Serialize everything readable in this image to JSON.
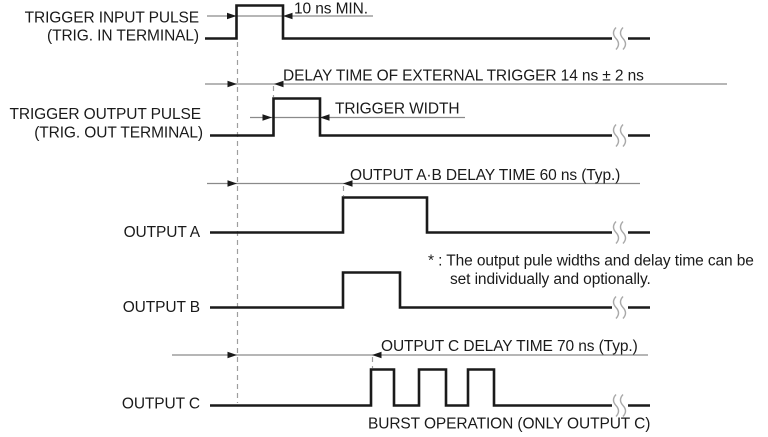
{
  "diagram": {
    "type": "timing-diagram",
    "colors": {
      "background": "#ffffff",
      "waveform": "#1a1a1a",
      "dimension_line": "#8a8a8a",
      "dashed_reference": "#9e9e9e",
      "text": "#1a1a1a"
    },
    "labels": {
      "trigger_input_line1": "TRIGGER INPUT PULSE",
      "trigger_input_line2": "(TRIG. IN TERMINAL)",
      "trigger_output_line1": "TRIGGER OUTPUT PULSE",
      "trigger_output_line2": "(TRIG. OUT TERMINAL)",
      "output_a": "OUTPUT A",
      "output_b": "OUTPUT B",
      "output_c": "OUTPUT C"
    },
    "annotations": {
      "pulse_min_width": "10 ns MIN.",
      "external_trigger_delay": "DELAY TIME OF EXTERNAL TRIGGER 14 ns ± 2 ns",
      "trigger_width": "TRIGGER WIDTH",
      "output_ab_delay": "OUTPUT A·B DELAY TIME 60 ns (Typ.)",
      "output_c_delay": "OUTPUT C DELAY TIME 70 ns (Typ.)",
      "burst_operation": "BURST OPERATION (ONLY OUTPUT C)",
      "note_line1": "* : The output pule widths and delay time can be",
      "note_line2": "set individually and optionally."
    }
  }
}
